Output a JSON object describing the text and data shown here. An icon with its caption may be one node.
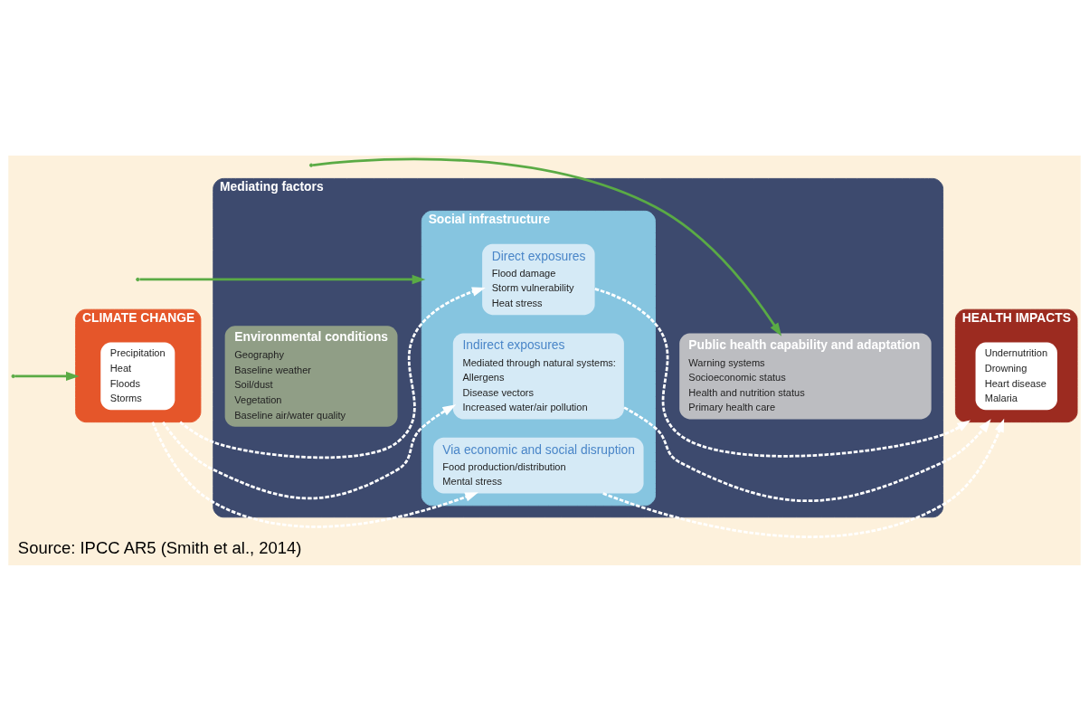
{
  "diagram": {
    "caption": "Source: IPCC AR5 (Smith et al., 2014)",
    "nodes": [
      {
        "text": [
          "CLIMATE CHANGE"
        ]
      },
      {
        "text": [
          "Precipitation",
          "Heat",
          "Floods",
          "Storms"
        ],
        "in": 0
      },
      {
        "text": [
          "Mediating factors"
        ]
      },
      {
        "text": [
          "Environmental conditions",
          "Geography",
          "Baseline weather",
          "Soil/dust",
          "Vegetation",
          "Baseline air/water quality"
        ],
        "in": 2
      },
      {
        "text": [
          "Social infrastructure"
        ],
        "in": 2
      },
      {
        "text": [
          "Direct exposures",
          "Flood damage",
          "Storm vulnerability",
          "Heat stress"
        ],
        "in": 4
      },
      {
        "text": [
          "Indirect exposures",
          "Mediated through natural systems:",
          "Allergens",
          "Disease vectors",
          "Increased water/air pollution"
        ],
        "in": 4
      },
      {
        "text": [
          "Via economic and social disruption",
          "Food production/distribution",
          "Mental stress"
        ],
        "in": 4
      },
      {
        "text": [
          "Public health capability and adaptation",
          "Warning systems",
          "Socioeconomic status",
          "Health and nutrition status",
          "Primary health care"
        ],
        "in": 2
      },
      {
        "text": [
          "HEALTH IMPACTS"
        ]
      },
      {
        "text": [
          "Undernutrition",
          "Drowning",
          "Heart disease",
          "Malaria"
        ],
        "in": 9
      }
    ],
    "edges": [
      {
        "from": 0,
        "to": 6,
        "arrow": "to",
        "style": "dashed"
      },
      {
        "from": 0,
        "to": 5,
        "arrow": "to",
        "style": "dashed"
      },
      {
        "from": 0,
        "to": 7,
        "arrow": "to",
        "style": "dashed"
      },
      {
        "from": 5,
        "to": 9,
        "arrow": "to",
        "style": "dashed"
      },
      {
        "from": 6,
        "to": 9,
        "arrow": "to",
        "style": "dashed"
      },
      {
        "from": 7,
        "to": 9,
        "arrow": "to",
        "style": "dashed"
      },
      {
        "from": null,
        "to": 0,
        "arrow": "to",
        "color": "#5aab45"
      },
      {
        "from": null,
        "to": 4,
        "arrow": "to",
        "color": "#5aab45"
      },
      {
        "from": null,
        "to": 8,
        "arrow": "to",
        "color": "#5aab45"
      }
    ]
  }
}
